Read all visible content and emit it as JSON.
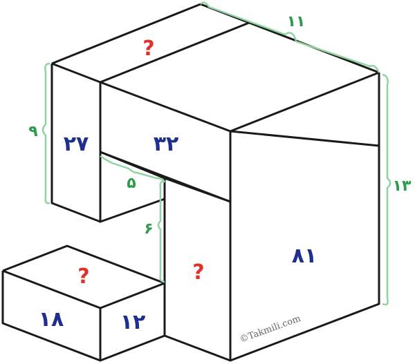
{
  "colors": {
    "edge": "#1a1a1a",
    "face_number": "#1f2f8f",
    "unknown": "#e0312c",
    "dimension": "#2a9d4a",
    "brace": "#8fd3a3",
    "watermark": "#666666"
  },
  "faces": {
    "top_left_strip": "?",
    "left_front": "۲۷",
    "upper_front": "۳۲",
    "right_front": "۸۱",
    "middle_front": "?",
    "small_top": "?",
    "small_front_left": "۱۸",
    "small_front_right": "۱۲"
  },
  "dimensions": {
    "top_edge": "۱۱",
    "right_height": "۱۳",
    "left_height": "۹",
    "notch_depth": "۵",
    "notch_height": "۶"
  },
  "watermark": "©Takmili.com"
}
